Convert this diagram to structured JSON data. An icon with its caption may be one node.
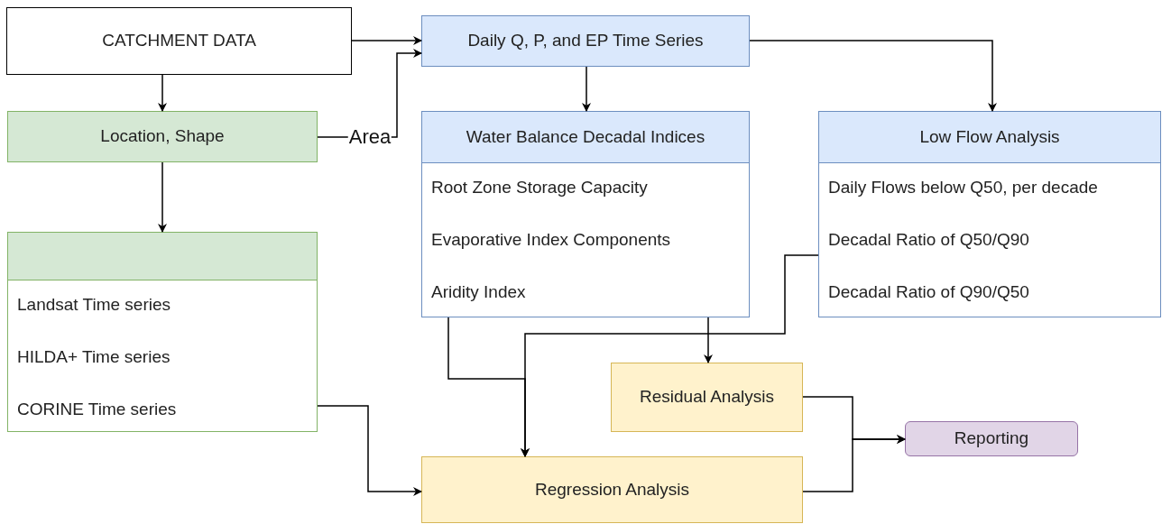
{
  "diagram": {
    "nodes": [
      {
        "text": [
          "CATCHMENT DATA"
        ]
      },
      {
        "text": [
          "Daily Q, P, and EP Time Series"
        ]
      },
      {
        "text": [
          "Location, Shape"
        ]
      },
      {
        "text": [
          "Landsat Time series",
          "HILDA+ Time series",
          "CORINE Time series"
        ]
      },
      {
        "text": [
          "Water Balance Decadal Indices",
          "Root Zone Storage Capacity",
          "Evaporative Index Components",
          "Aridity Index"
        ]
      },
      {
        "text": [
          "Low Flow Analysis",
          "Daily Flows below Q50, per decade",
          "Decadal Ratio of Q50/Q90",
          "Decadal Ratio of Q90/Q50"
        ]
      },
      {
        "text": [
          "Residual Analysis"
        ]
      },
      {
        "text": [
          "Reporting"
        ]
      },
      {
        "text": [
          "Regression Analysis"
        ]
      }
    ],
    "edges": [
      {
        "from": 0,
        "to": 1,
        "arrow": "to"
      },
      {
        "from": 0,
        "to": 2,
        "arrow": "to"
      },
      {
        "from": 2,
        "to": 1,
        "arrow": "to",
        "label": "Area"
      },
      {
        "from": 2,
        "to": 3,
        "arrow": "to"
      },
      {
        "from": 1,
        "to": 4,
        "arrow": "to"
      },
      {
        "from": 1,
        "to": 5,
        "arrow": "to"
      },
      {
        "from": 4,
        "to": 6,
        "arrow": "to"
      },
      {
        "from": 4,
        "to": 8,
        "arrow": "to"
      },
      {
        "from": 5,
        "to": 8,
        "arrow": "to"
      },
      {
        "from": 3,
        "to": 8,
        "arrow": "to"
      },
      {
        "from": 6,
        "to": 7,
        "arrow": "to"
      },
      {
        "from": 8,
        "to": 7,
        "arrow": "to"
      }
    ]
  }
}
